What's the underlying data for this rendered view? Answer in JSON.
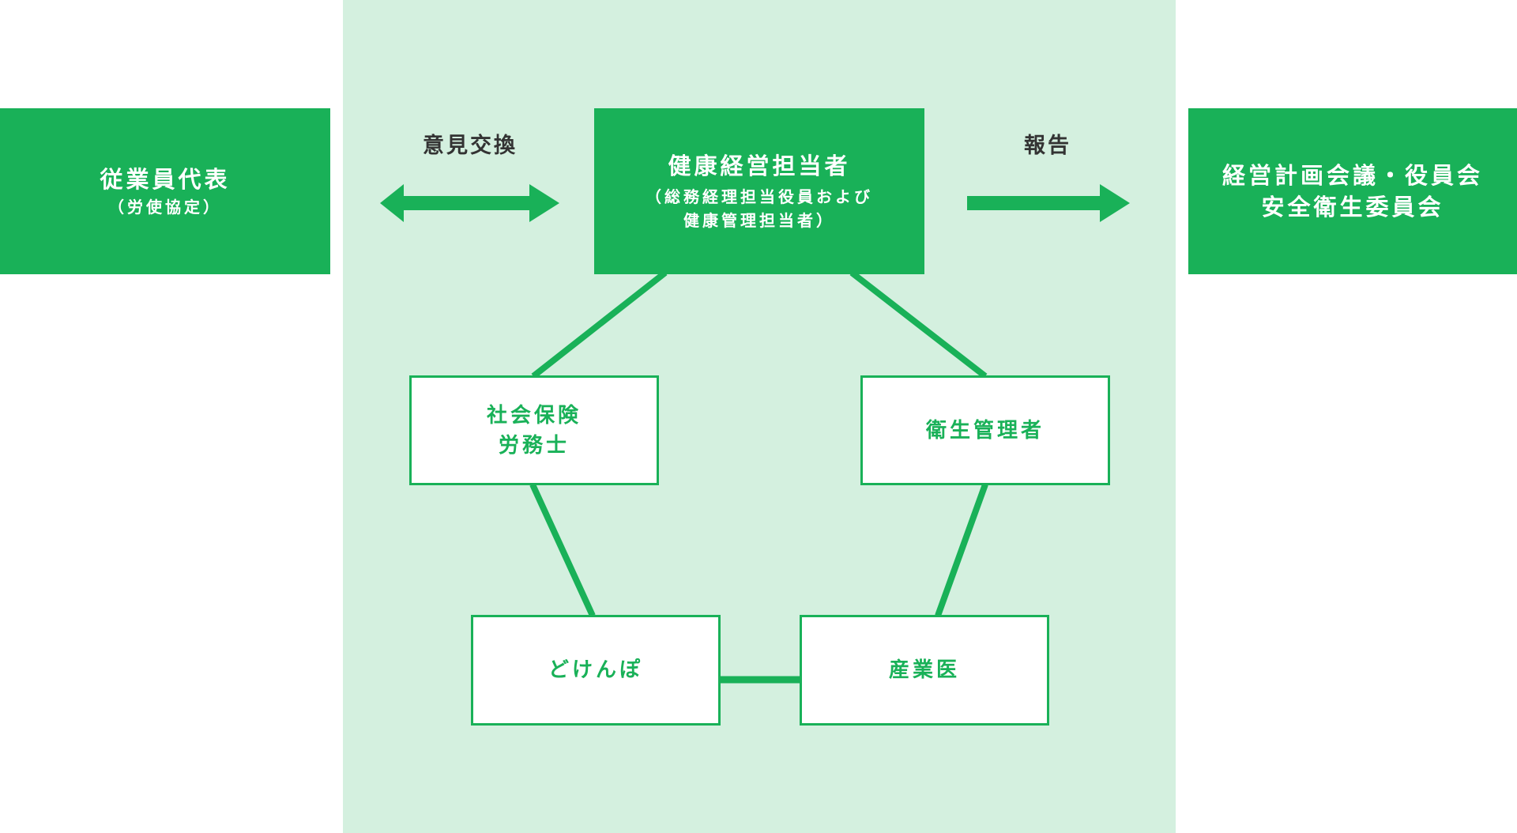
{
  "colors": {
    "green": "#19b158",
    "panel": "#d4f0df",
    "label_text": "#333333"
  },
  "employee_rep": {
    "title": "従業員代表",
    "sub": "（労使協定）"
  },
  "exchange_label": "意見交換",
  "report_label": "報告",
  "manager": {
    "title": "健康経営担当者",
    "sub1": "（総務経理担当役員および",
    "sub2": "健康管理担当者）"
  },
  "committee": {
    "line1": "経営計画会議・役員会",
    "line2": "安全衛生委員会"
  },
  "sharoshi": {
    "line1": "社会保険",
    "line2": "労務士"
  },
  "eisei": "衛生管理者",
  "dokenpo": "どけんぽ",
  "sangyoi": "産業医"
}
